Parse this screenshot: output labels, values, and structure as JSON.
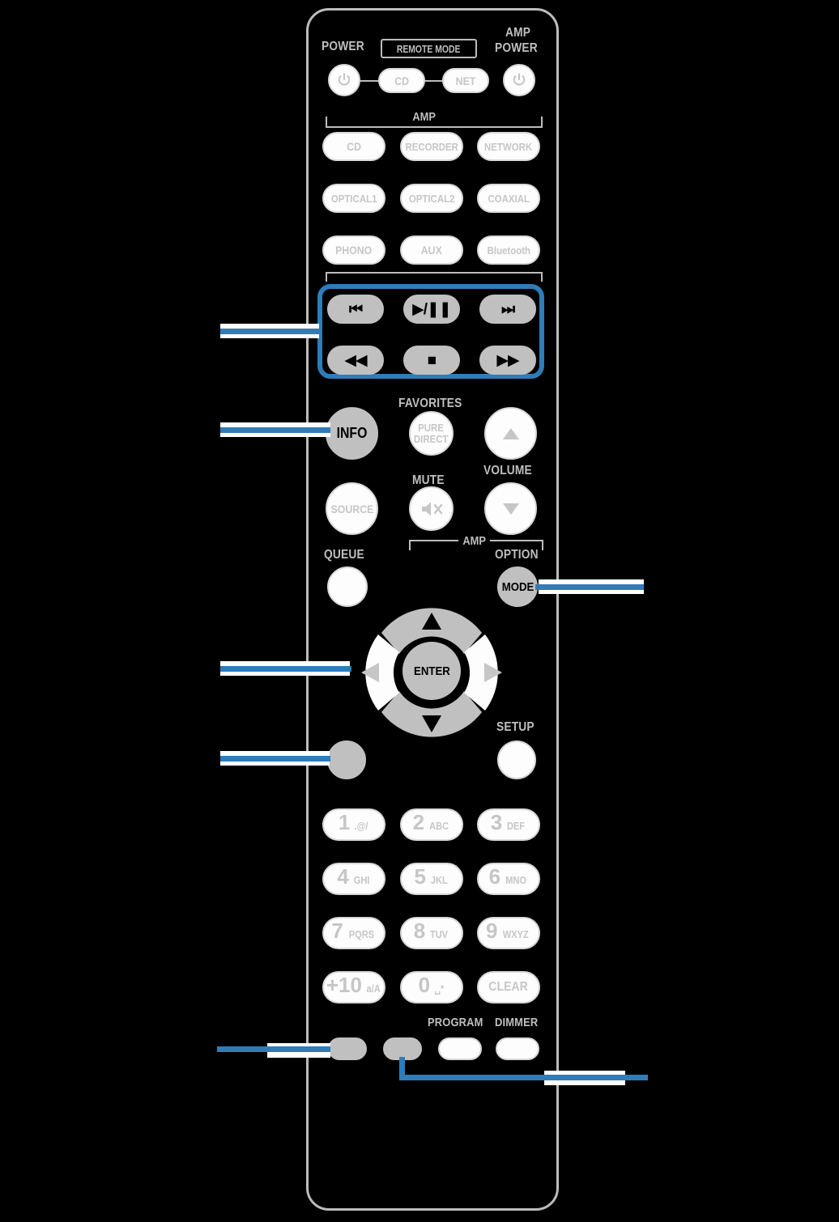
{
  "device": {
    "type": "remote-control-diagram",
    "accent_color": "#2f7cb8",
    "highlight_fill": "#c0c0c0",
    "body_outline": "#bcbcbc"
  },
  "top": {
    "power_label": "POWER",
    "remote_mode_label": "REMOTE MODE",
    "amp_power_label": "AMP POWER",
    "amp_power_line1": "AMP",
    "amp_power_line2": "POWER",
    "power_icon": "power-icon",
    "cd_label": "CD",
    "net_label": "NET",
    "amp_power_icon": "power-icon"
  },
  "amp_group": {
    "bracket_label": "AMP",
    "buttons": [
      {
        "label": "CD",
        "highlighted": false
      },
      {
        "label": "RECORDER",
        "highlighted": false
      },
      {
        "label": "NETWORK",
        "highlighted": false
      },
      {
        "label": "OPTICAL1",
        "highlighted": false
      },
      {
        "label": "OPTICAL2",
        "highlighted": false
      },
      {
        "label": "COAXIAL",
        "highlighted": false
      },
      {
        "label": "PHONO",
        "highlighted": false
      },
      {
        "label": "AUX",
        "highlighted": false
      },
      {
        "label": "Bluetooth",
        "highlighted": false
      }
    ]
  },
  "transport": {
    "highlighted": true,
    "buttons": [
      {
        "name": "skip-previous",
        "glyph": "⏮",
        "highlighted": true
      },
      {
        "name": "play-pause",
        "glyph": "▶/‖",
        "highlighted": true
      },
      {
        "name": "skip-next",
        "glyph": "⏭",
        "highlighted": true
      },
      {
        "name": "rewind",
        "glyph": "◀◀",
        "highlighted": true
      },
      {
        "name": "stop",
        "glyph": "■",
        "highlighted": true
      },
      {
        "name": "fast-forward",
        "glyph": "▶▶",
        "highlighted": true
      }
    ]
  },
  "middle": {
    "info_label": "INFO",
    "info_highlighted": true,
    "favorites_label": "FAVORITES",
    "pure_direct_line1": "PURE",
    "pure_direct_line2": "DIRECT",
    "volume_label": "VOLUME",
    "volume_up_icon": "triangle-up-icon",
    "volume_down_icon": "triangle-down-icon",
    "source_label": "SOURCE",
    "mute_label": "MUTE",
    "mute_icon": "speaker-mute-icon",
    "amp_bracket_label": "AMP"
  },
  "nav": {
    "queue_label": "QUEUE",
    "option_label": "OPTION",
    "mode_label": "MODE",
    "mode_highlighted": true,
    "enter_label": "ENTER",
    "enter_highlighted": true,
    "cursor_up_highlighted": true,
    "cursor_down_highlighted": true,
    "cursor_left_highlighted": false,
    "cursor_right_highlighted": false,
    "setup_label": "SETUP",
    "unlabeled_button_highlighted": true
  },
  "keypad": {
    "rows": [
      [
        {
          "digit": "1",
          "sub": ".@/"
        },
        {
          "digit": "2",
          "sub": "ABC"
        },
        {
          "digit": "3",
          "sub": "DEF"
        }
      ],
      [
        {
          "digit": "4",
          "sub": "GHI"
        },
        {
          "digit": "5",
          "sub": "JKL"
        },
        {
          "digit": "6",
          "sub": "MNO"
        }
      ],
      [
        {
          "digit": "7",
          "sub": "PQRS"
        },
        {
          "digit": "8",
          "sub": "TUV"
        },
        {
          "digit": "9",
          "sub": "WXYZ"
        }
      ],
      [
        {
          "digit": "+10",
          "sub": "a/A"
        },
        {
          "digit": "0",
          "sub": "␣*"
        },
        {
          "digit": "CLEAR",
          "sub": ""
        }
      ]
    ]
  },
  "bottom": {
    "program_label": "PROGRAM",
    "dimmer_label": "DIMMER",
    "left_button_highlighted": true,
    "second_button_highlighted": true
  },
  "callouts": [
    {
      "name": "transport-callout",
      "side": "left",
      "target": "transport-group"
    },
    {
      "name": "info-callout",
      "side": "left",
      "target": "info-button"
    },
    {
      "name": "mode-callout",
      "side": "right",
      "target": "mode-button"
    },
    {
      "name": "cursor-callout",
      "side": "left",
      "target": "cursor-pad"
    },
    {
      "name": "unlabeled-callout",
      "side": "left",
      "target": "unlabeled-button"
    },
    {
      "name": "bottom-left-callout",
      "side": "left",
      "target": "bottom-left-button"
    },
    {
      "name": "bottom-second-callout",
      "side": "right",
      "target": "bottom-second-button"
    }
  ]
}
